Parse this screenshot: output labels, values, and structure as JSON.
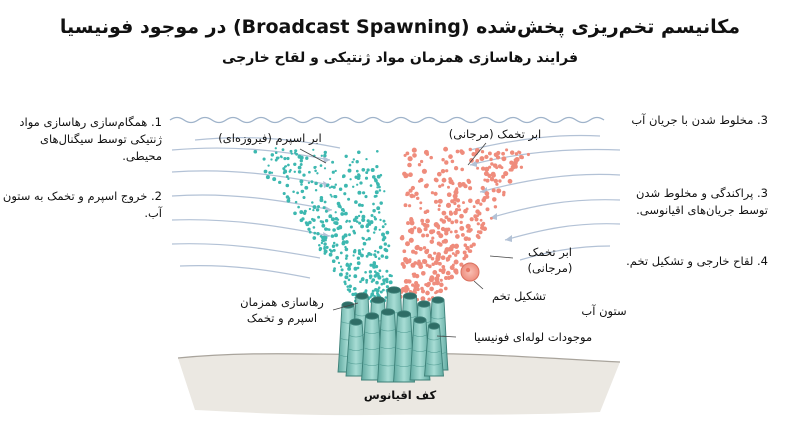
{
  "title": "مکانیسم تخم‌ریزی پخش‌شده (Broadcast Spawning) در موجود فونیسیا",
  "subtitle": "فرایند رهاسازی همزمان مواد ژنتیکی و لقاح خارجی",
  "left_notes": {
    "step1": "1. همگام‌سازی رهاسازی مواد ژنتیکی توسط سیگنال‌های محیطی.",
    "step2": "2. خروج اسپرم و تخمک به ستون آب."
  },
  "right_notes": {
    "step3a": "3. مخلوط شدن با جریان آب",
    "step3b": "3. پراکندگی و مخلوط شدن توسط جریان‌های اقیانوسی.",
    "step4": "4. لقاح خارجی و تشکیل تخم."
  },
  "labels": {
    "sperm_cloud": "ابر اسپرم (فیروزه‌ای)",
    "egg_cloud_top": "ابر تخمک (مرجانی)",
    "egg_cloud_side": "ابر تخمک (مرجانی)",
    "zygote": "تشکیل تخم",
    "water_column": "ستون آب",
    "simultaneous_release": "رهاسازی همزمان اسپرم و تخمک",
    "organism": "موجودات لوله‌ای فونیسیا",
    "ocean_floor": "کف اقیانوس"
  },
  "colors": {
    "sperm": "#3db8b0",
    "egg": "#ef8c7c",
    "tube": "#8ccfc6",
    "tube_dark": "#4d9d95",
    "current": "#b9c7d9",
    "floor": "#ece9e4"
  }
}
